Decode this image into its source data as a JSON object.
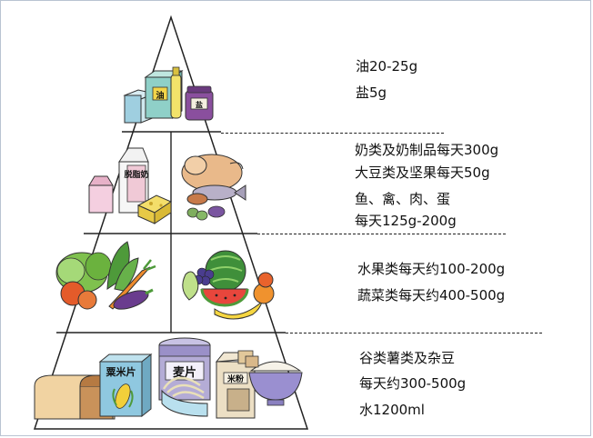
{
  "tiers": [
    {
      "labels": [
        "油20-25g",
        "盐5g"
      ],
      "foods": [
        "oil-bottle",
        "salt-box",
        "sugar-jar"
      ],
      "pkg_texts": [
        "油",
        "盐"
      ]
    },
    {
      "labels": [
        "奶类及奶制品每天300g",
        "大豆类及坚果每天50g",
        "鱼、禽、肉、蛋",
        "每天125g-200g"
      ],
      "foods": [
        "milk-carton",
        "cheese",
        "chicken",
        "fish",
        "eggs"
      ],
      "pkg_texts": [
        "脱脂奶"
      ]
    },
    {
      "labels": [
        "水果类每天约100-200g",
        "蔬菜类每天约400-500g"
      ],
      "foods": [
        "cabbage",
        "carrot",
        "eggplant",
        "tomato",
        "watermelon",
        "banana",
        "grapes",
        "pear"
      ]
    },
    {
      "labels": [
        "谷类薯类及杂豆",
        "每天约300-500g",
        "水1200ml"
      ],
      "foods": [
        "bread",
        "cornflakes-box",
        "oat-jar",
        "noodles",
        "rice-bag",
        "rice-bowl",
        "cracker"
      ],
      "pkg_texts": [
        "粟米片",
        "麦片",
        "米粉"
      ]
    }
  ],
  "colors": {
    "outline": "#222222",
    "divider": "#222222",
    "background": "#ffffff"
  }
}
